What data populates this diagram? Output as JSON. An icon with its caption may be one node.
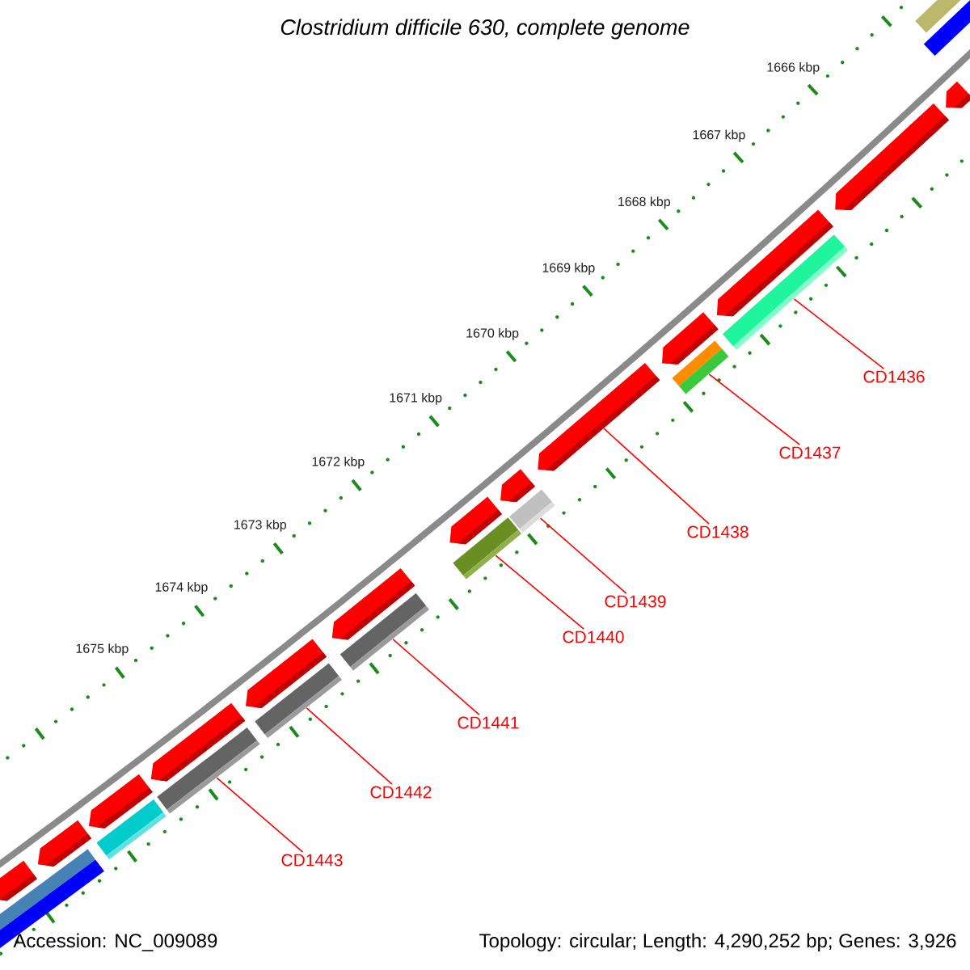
{
  "diagram": {
    "title": "Clostridium difficile 630, complete genome",
    "nodes": [
      {
        "text": [
          "CD1436"
        ]
      },
      {
        "text": [
          "CD1437"
        ]
      },
      {
        "text": [
          "CD1438"
        ]
      },
      {
        "text": [
          "CD1439"
        ]
      },
      {
        "text": [
          "CD1440"
        ]
      },
      {
        "text": [
          "CD1441"
        ]
      },
      {
        "text": [
          "CD1442"
        ]
      },
      {
        "text": [
          "CD1443"
        ]
      },
      {
        "text": [],
        "shape": "bar"
      },
      {
        "text": [],
        "shape": "bar"
      },
      {
        "text": [],
        "shape": "arrow"
      },
      {
        "text": [],
        "shape": "bar"
      },
      {
        "text": [],
        "shape": "bar"
      },
      {
        "text": [],
        "shape": "bar"
      },
      {
        "text": [],
        "shape": "bar"
      },
      {
        "text": [],
        "shape": "bar"
      },
      {
        "text": [],
        "shape": "arrow"
      },
      {
        "text": [],
        "shape": "arrow"
      },
      {
        "text": [],
        "shape": "arrow"
      },
      {
        "text": [],
        "shape": "arrow"
      },
      {
        "text": [],
        "shape": "arrow"
      },
      {
        "text": [],
        "shape": "arrow"
      },
      {
        "text": [],
        "shape": "arrow"
      },
      {
        "text": [],
        "shape": "arrow"
      },
      {
        "text": [],
        "shape": "bar"
      },
      {
        "text": [],
        "shape": "arrow"
      },
      {
        "text": [],
        "shape": "arrow"
      },
      {
        "text": [],
        "shape": "arrow"
      }
    ],
    "edges": [
      {
        "from": 0,
        "to": 8,
        "arrow": "none"
      },
      {
        "from": 1,
        "to": 9,
        "arrow": "none"
      },
      {
        "from": 2,
        "to": 10,
        "arrow": "none"
      },
      {
        "from": 3,
        "to": 11,
        "arrow": "none"
      },
      {
        "from": 4,
        "to": 12,
        "arrow": "none"
      },
      {
        "from": 5,
        "to": 13,
        "arrow": "none"
      },
      {
        "from": 6,
        "to": 14,
        "arrow": "none"
      },
      {
        "from": 7,
        "to": 15,
        "arrow": "none"
      }
    ],
    "labels": [
      "1666 kbp",
      "1667 kbp",
      "1668 kbp",
      "1669 kbp",
      "1670 kbp",
      "1671 kbp",
      "1672 kbp",
      "1673 kbp",
      "1674 kbp",
      "1675 kbp",
      "Accession: NC_009089",
      "Topology: circular; Length: 4,290,252 bp; Genes: 3,926"
    ]
  }
}
